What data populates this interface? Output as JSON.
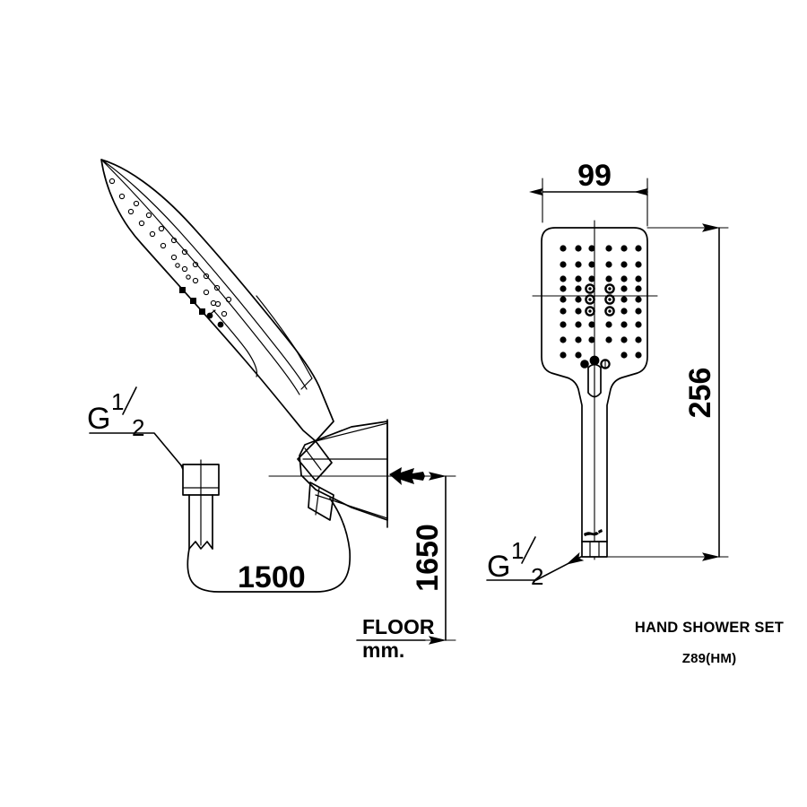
{
  "document": {
    "type": "technical-drawing",
    "background_color": "#ffffff",
    "line_color": "#000000",
    "units_note": "mm."
  },
  "title_block": {
    "product_name": "HAND SHOWER SET",
    "model_code": "Z89(HM)"
  },
  "side_view": {
    "name": "hand-shower-side-view",
    "inlet_thread": {
      "label_g": "G",
      "label_numerator": "1",
      "label_denominator": "2",
      "label_full": "G 1/2"
    },
    "hose_length_label": "1500",
    "mounting_height_label": "1650",
    "floor_label": "FLOOR",
    "floor_units": "mm."
  },
  "front_view": {
    "name": "hand-shower-front-view",
    "width_label": "99",
    "height_label": "256",
    "outlet_thread": {
      "label_g": "G",
      "label_numerator": "1",
      "label_denominator": "2",
      "label_full": "G 1/2"
    },
    "spray_face": {
      "hole_columns": 6,
      "hole_rows": 8,
      "ring_holes": 6
    }
  }
}
